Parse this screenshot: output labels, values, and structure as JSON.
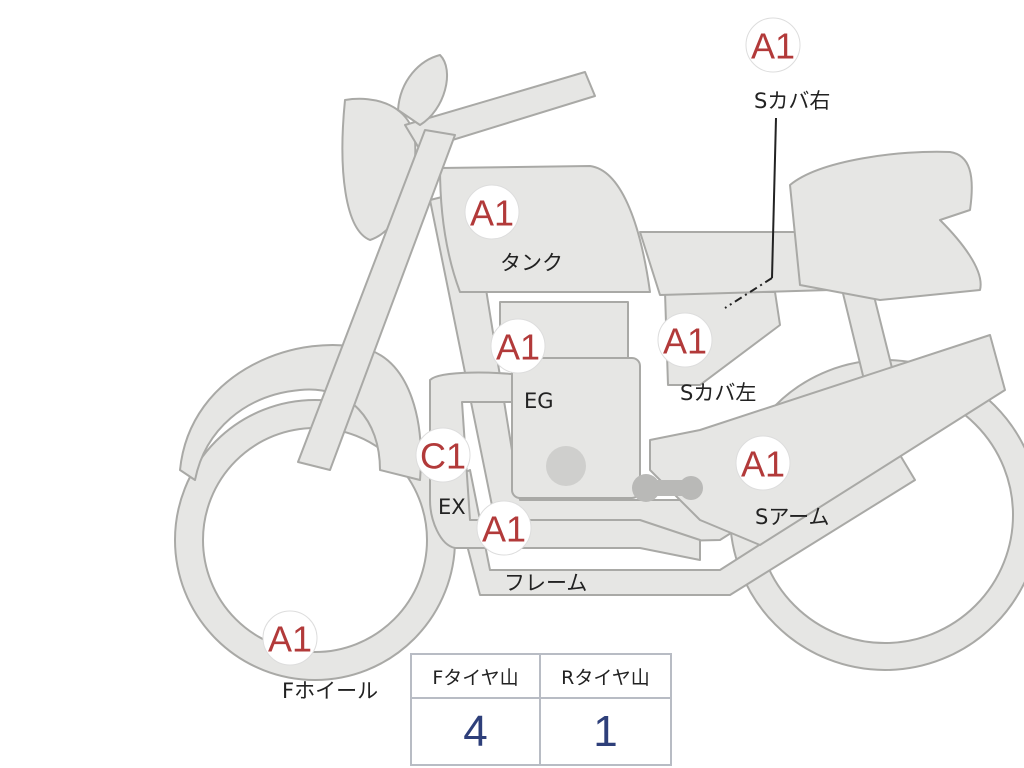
{
  "colors": {
    "body_fill": "#e6e6e4",
    "body_stroke": "#a9a9a6",
    "grade_text": "#b23a3a",
    "table_value": "#2e3f7a",
    "table_border": "#b8bcc4"
  },
  "parts": {
    "side_cover_right": {
      "grade": "A1",
      "label": "Sカバ右"
    },
    "tank": {
      "grade": "A1",
      "label": "タンク"
    },
    "engine": {
      "grade": "A1",
      "label": "EG"
    },
    "side_cover_left": {
      "grade": "A1",
      "label": "Sカバ左"
    },
    "exhaust": {
      "grade": "C1",
      "label": "EX"
    },
    "swing_arm": {
      "grade": "A1",
      "label": "Sアーム"
    },
    "frame": {
      "grade": "A1",
      "label": "フレーム"
    },
    "front_wheel": {
      "grade": "A1",
      "label": "Fホイール"
    }
  },
  "tire_table": {
    "front_header": "Fタイヤ山",
    "rear_header": "Rタイヤ山",
    "front_value": "4",
    "rear_value": "1"
  }
}
